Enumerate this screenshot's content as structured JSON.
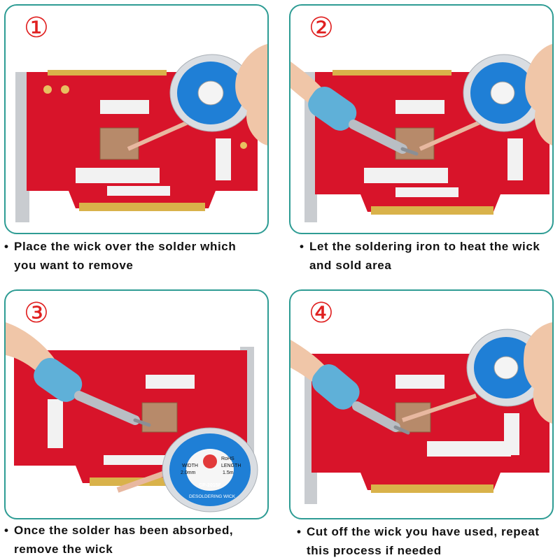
{
  "steps": [
    {
      "number": "①",
      "caption_line1": "Place the wick over the solder which",
      "caption_line2": "you want to remove"
    },
    {
      "number": "②",
      "caption_line1": "Let the soldering iron to heat the wick",
      "caption_line2": "and sold area"
    },
    {
      "number": "③",
      "caption_line1": "Once the solder has been absorbed,",
      "caption_line2": "remove the wick"
    },
    {
      "number": "④",
      "caption_line1": "Cut off the wick you have used, repeat",
      "caption_line2": "this process if needed"
    }
  ],
  "spool": {
    "brand_text": "DESOLDERING WICK",
    "width_label": "WIDTH",
    "width_value": "2.0mm",
    "length_label": "LENGTH",
    "length_value": "1.5m",
    "model": "CP-2015F",
    "rohs": "RoHS"
  },
  "colors": {
    "frame": "#2e9c94",
    "step_number": "#e02020",
    "pcb": "#d8142a",
    "pcb_dark": "#a80e1e",
    "gold_contacts": "#d9b24a",
    "spool_blue": "#1f7fd6",
    "iron_grip": "#5fb0d8"
  }
}
